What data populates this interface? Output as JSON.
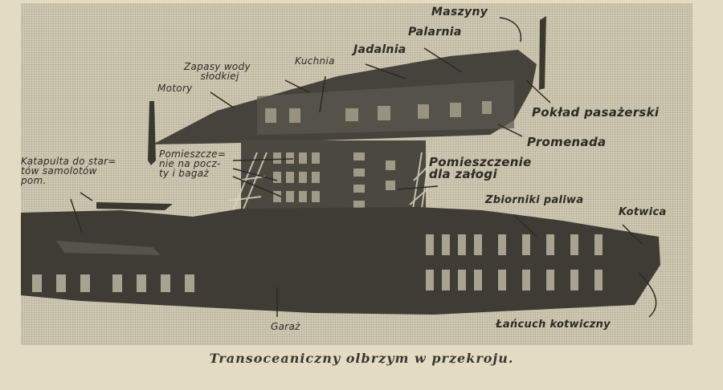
{
  "figure": {
    "caption": "Transoceaniczny olbrzym w przekroju.",
    "colors": {
      "paper": "#e3dcc3",
      "plate_background": "#cfcab4",
      "ink": "#2c2a24",
      "hull_dark": "#3b3a33"
    }
  },
  "labels": {
    "maszyny": "Maszyny",
    "palarnia": "Palarnia",
    "jadalnia": "Jadalnia",
    "kuchnia": "Kuchnia",
    "zapasy_wody": "Zapasy wody\n     słodkiej",
    "motory": "Motory",
    "poklad_pasazerski": "Pokład pasażerski",
    "promenada": "Promenada",
    "pomieszczenie_poczta": "Pomieszcze=\nnie na pocz-\nty i bagaż",
    "pomieszczenie_zaloga": "Pomieszczenie\ndla załogi",
    "katapulta": "Katapulta do star=\ntów samolotów\npom.",
    "zbiorniki_paliwa": "Zbiorniki paliwa",
    "kotwica": "Kotwica",
    "garaz": "Garaż",
    "lancuch": "Łańcuch kotwiczny"
  }
}
